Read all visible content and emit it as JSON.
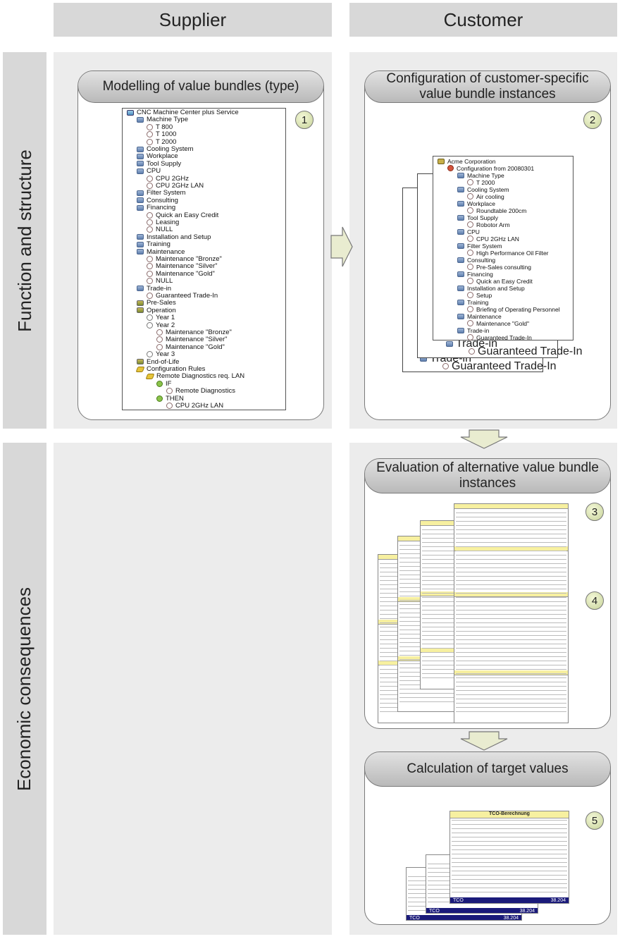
{
  "columns": {
    "supplier": "Supplier",
    "customer": "Customer"
  },
  "rows": {
    "function": "Function and structure",
    "economic": "Economic consequences"
  },
  "boxes": {
    "modelling": {
      "title": "Modelling of value bundles (type)",
      "badge": "1"
    },
    "configuration": {
      "title": "Configuration of customer-specific value bundle instances",
      "badge": "2"
    },
    "evaluation": {
      "title": "Evaluation of alternative value bundle instances",
      "badge3": "3",
      "badge4": "4"
    },
    "calculation": {
      "title": "Calculation of target values",
      "badge": "5"
    }
  },
  "type_tree": [
    {
      "label": "CNC Machine Center plus Service",
      "level": 0,
      "icon": "root"
    },
    {
      "label": "Machine Type",
      "level": 1,
      "icon": "type"
    },
    {
      "label": "T 800",
      "level": 2,
      "icon": "inst"
    },
    {
      "label": "T 1000",
      "level": 2,
      "icon": "inst"
    },
    {
      "label": "T 2000",
      "level": 2,
      "icon": "inst"
    },
    {
      "label": "Cooling System",
      "level": 1,
      "icon": "type"
    },
    {
      "label": "Workplace",
      "level": 1,
      "icon": "type"
    },
    {
      "label": "Tool Supply",
      "level": 1,
      "icon": "type"
    },
    {
      "label": "CPU",
      "level": 1,
      "icon": "type"
    },
    {
      "label": "CPU 2GHz",
      "level": 2,
      "icon": "inst"
    },
    {
      "label": "CPU 2GHz LAN",
      "level": 2,
      "icon": "inst"
    },
    {
      "label": "Filter System",
      "level": 1,
      "icon": "type"
    },
    {
      "label": "Consulting",
      "level": 1,
      "icon": "type"
    },
    {
      "label": "Financing",
      "level": 1,
      "icon": "type"
    },
    {
      "label": "Quick an Easy Credit",
      "level": 2,
      "icon": "inst"
    },
    {
      "label": "Leasing",
      "level": 2,
      "icon": "inst"
    },
    {
      "label": "NULL",
      "level": 2,
      "icon": "inst"
    },
    {
      "label": "Installation and Setup",
      "level": 1,
      "icon": "type"
    },
    {
      "label": "Training",
      "level": 1,
      "icon": "type"
    },
    {
      "label": "Maintenance",
      "level": 1,
      "icon": "type"
    },
    {
      "label": "Maintenance \"Bronze\"",
      "level": 2,
      "icon": "inst"
    },
    {
      "label": "Maintenance \"Silver\"",
      "level": 2,
      "icon": "inst"
    },
    {
      "label": "Maintenance \"Gold\"",
      "level": 2,
      "icon": "inst"
    },
    {
      "label": "NULL",
      "level": 2,
      "icon": "inst"
    },
    {
      "label": "Trade-in",
      "level": 1,
      "icon": "type"
    },
    {
      "label": "Guaranteed Trade-In",
      "level": 2,
      "icon": "inst"
    },
    {
      "label": "Pre-Sales",
      "level": 1,
      "icon": "proc"
    },
    {
      "label": "Operation",
      "level": 1,
      "icon": "proc"
    },
    {
      "label": "Year 1",
      "level": 2,
      "icon": "year"
    },
    {
      "label": "Year 2",
      "level": 2,
      "icon": "year"
    },
    {
      "label": "Maintenance \"Bronze\"",
      "level": 3,
      "icon": "inst"
    },
    {
      "label": "Maintenance \"Silver\"",
      "level": 3,
      "icon": "inst"
    },
    {
      "label": "Maintenance \"Gold\"",
      "level": 3,
      "icon": "inst"
    },
    {
      "label": "Year 3",
      "level": 2,
      "icon": "year"
    },
    {
      "label": "End-of-Life",
      "level": 1,
      "icon": "proc"
    },
    {
      "label": "Configuration Rules",
      "level": 1,
      "icon": "rule"
    },
    {
      "label": "Remote Diagnostics req. LAN",
      "level": 2,
      "icon": "rule"
    },
    {
      "label": "IF",
      "level": 3,
      "icon": "gear"
    },
    {
      "label": "Remote Diagnostics",
      "level": 4,
      "icon": "inst"
    },
    {
      "label": "THEN",
      "level": 3,
      "icon": "gear"
    },
    {
      "label": "CPU 2GHz LAN",
      "level": 4,
      "icon": "inst"
    }
  ],
  "instance_tree": [
    {
      "label": "Acme Corporation",
      "level": 0,
      "icon": "org"
    },
    {
      "label": "Configuration from 20080301",
      "level": 1,
      "icon": "red"
    },
    {
      "label": "Machine Type",
      "level": 2,
      "icon": "type"
    },
    {
      "label": "T 2000",
      "level": 3,
      "icon": "inst"
    },
    {
      "label": "Cooling System",
      "level": 2,
      "icon": "type"
    },
    {
      "label": "Air cooling",
      "level": 3,
      "icon": "inst"
    },
    {
      "label": "Workplace",
      "level": 2,
      "icon": "type"
    },
    {
      "label": "Roundtable 200cm",
      "level": 3,
      "icon": "inst"
    },
    {
      "label": "Tool Supply",
      "level": 2,
      "icon": "type"
    },
    {
      "label": "Robotor Arm",
      "level": 3,
      "icon": "inst"
    },
    {
      "label": "CPU",
      "level": 2,
      "icon": "type"
    },
    {
      "label": "CPU 2GHz LAN",
      "level": 3,
      "icon": "inst"
    },
    {
      "label": "Filter System",
      "level": 2,
      "icon": "type"
    },
    {
      "label": "High Performance Oil Filter",
      "level": 3,
      "icon": "inst"
    },
    {
      "label": "Consulting",
      "level": 2,
      "icon": "type"
    },
    {
      "label": "Pre-Sales consulting",
      "level": 3,
      "icon": "inst"
    },
    {
      "label": "Financing",
      "level": 2,
      "icon": "type"
    },
    {
      "label": "Quick an Easy Credit",
      "level": 3,
      "icon": "inst"
    },
    {
      "label": "Installation and Setup",
      "level": 2,
      "icon": "type"
    },
    {
      "label": "Setup",
      "level": 3,
      "icon": "inst"
    },
    {
      "label": "Training",
      "level": 2,
      "icon": "type"
    },
    {
      "label": "Briefing of Operating Personnel",
      "level": 3,
      "icon": "inst"
    },
    {
      "label": "Maintenance",
      "level": 2,
      "icon": "type"
    },
    {
      "label": "Maintenance \"Gold\"",
      "level": 3,
      "icon": "inst"
    },
    {
      "label": "Trade-in",
      "level": 2,
      "icon": "type"
    },
    {
      "label": "Guaranteed Trade-In",
      "level": 3,
      "icon": "inst"
    }
  ],
  "back_sheets": [
    {
      "category": "Trade-in",
      "item": "Guaranteed Trade-In"
    },
    {
      "category": "Trade-in",
      "item": "Guaranteed Trade-In"
    }
  ],
  "tco": {
    "heading": "TCO-Berechnung",
    "label": "TCO",
    "value": "38.204"
  },
  "colors": {
    "band": "#d8d8d8",
    "cell": "#ececec",
    "arrow": "#e9ecd0",
    "tco_bar": "#1a1a7a",
    "sheet_header": "#f7f0a0"
  }
}
